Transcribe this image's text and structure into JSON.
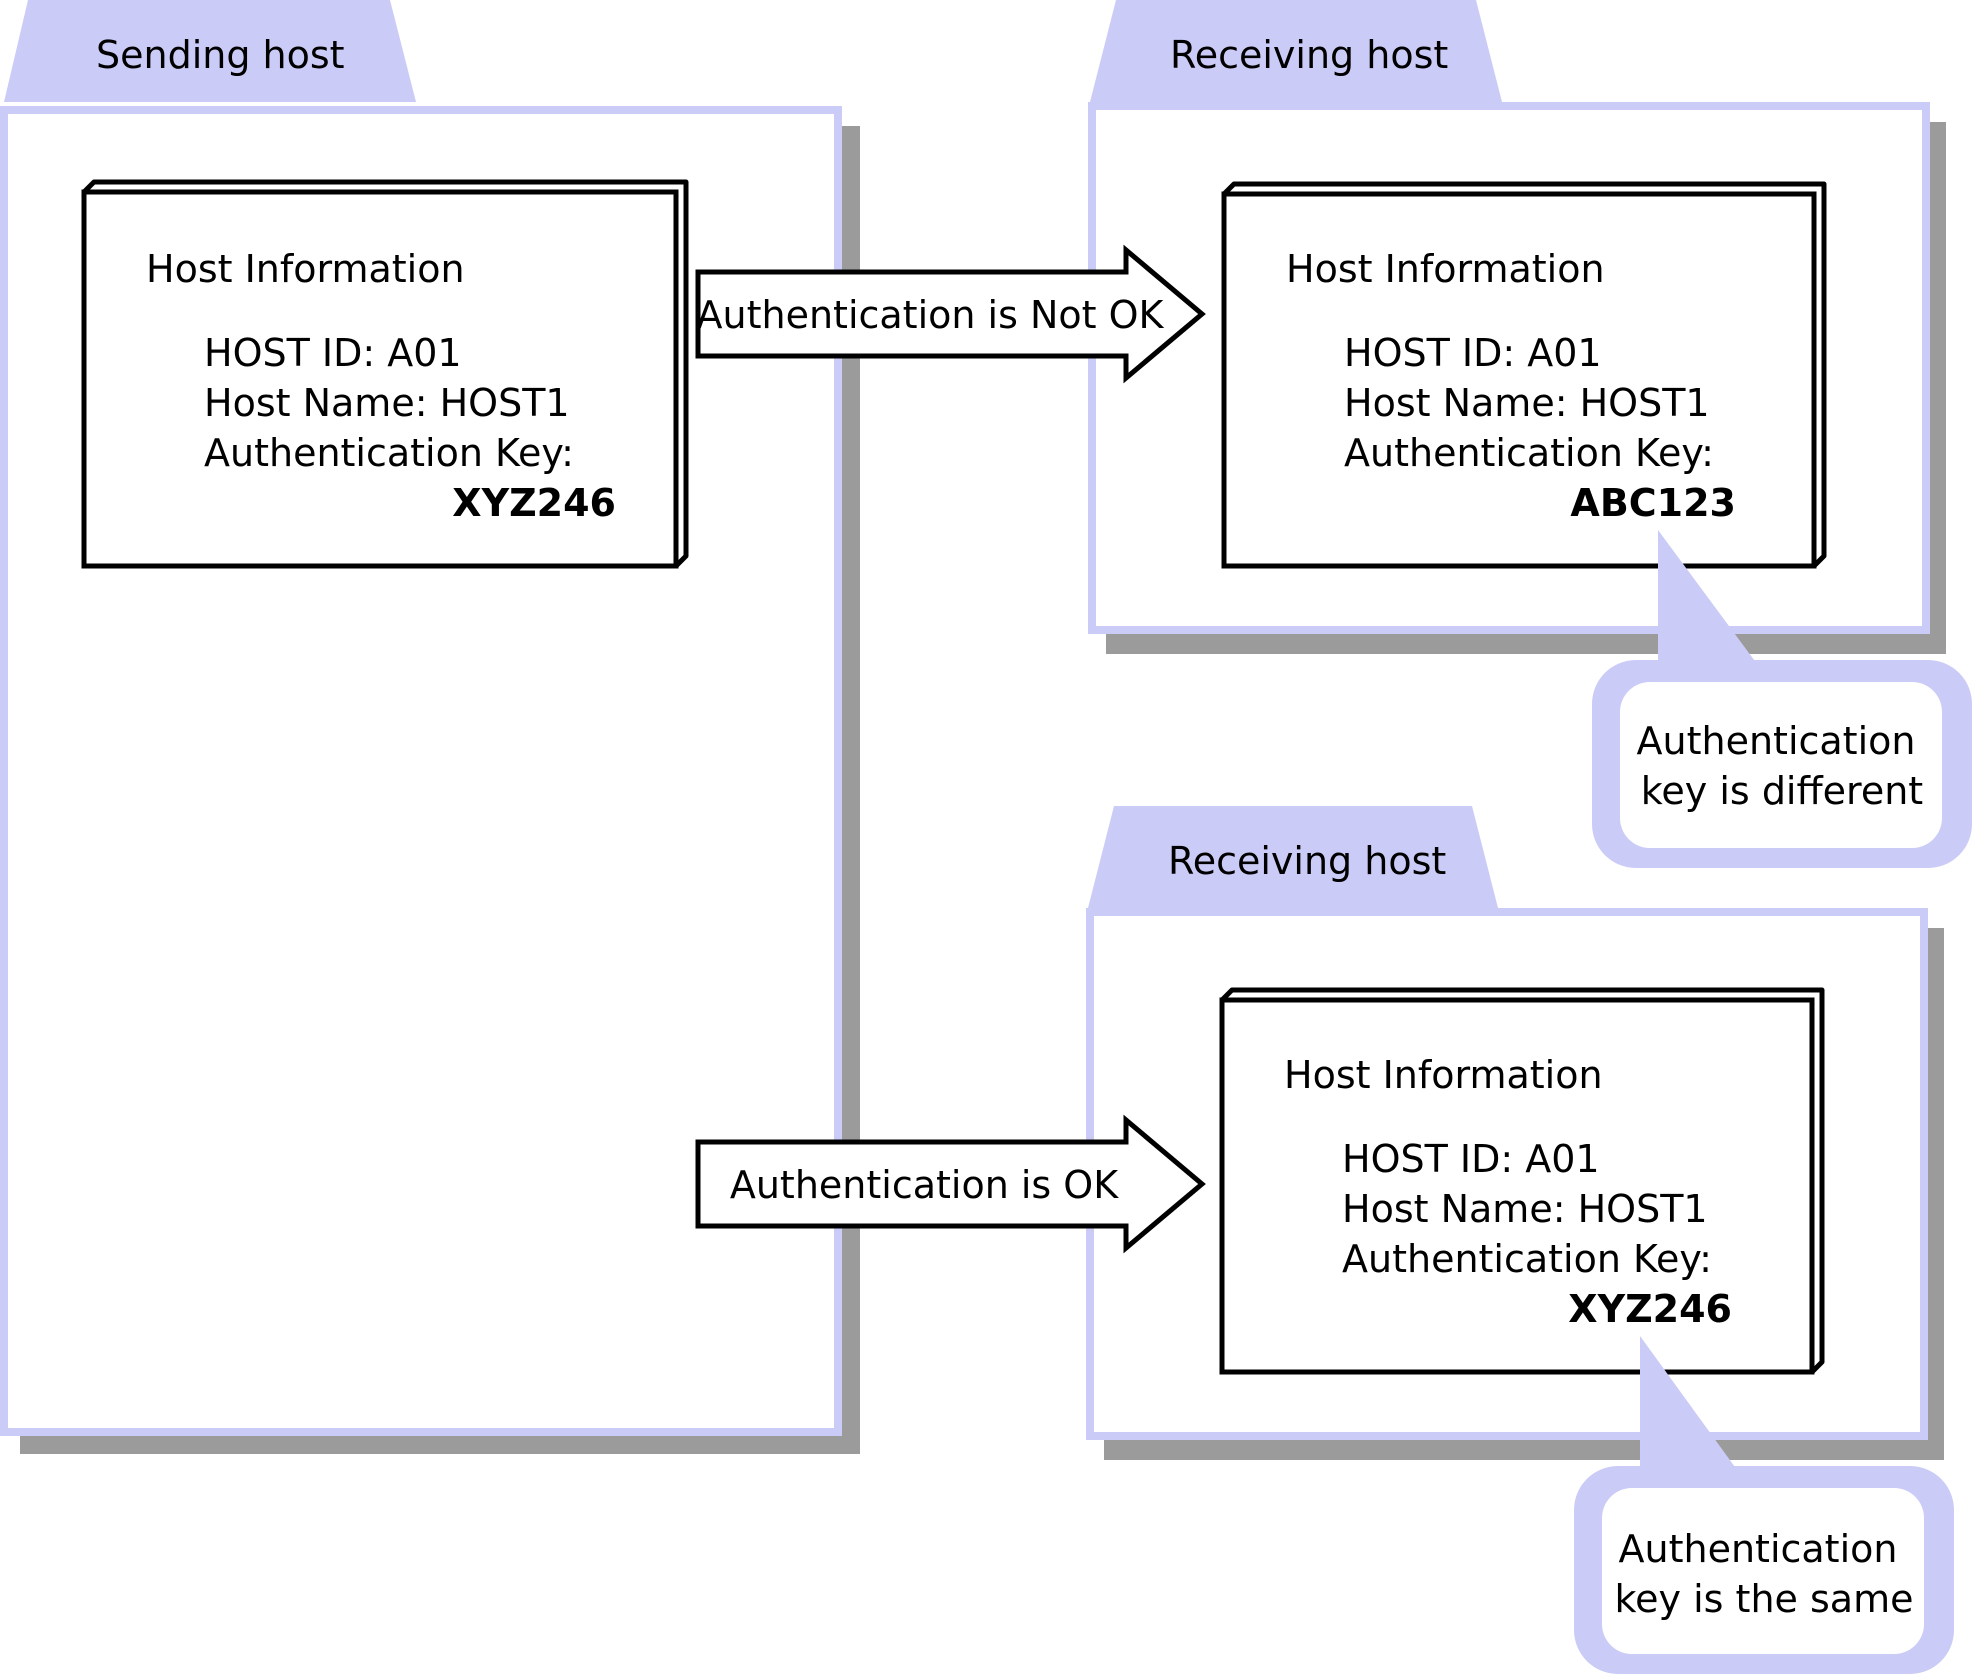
{
  "sending_host": {
    "tab_label": "Sending host",
    "info": {
      "title": "Host Information",
      "host_id": "HOST ID: A01",
      "host_name": "Host Name: HOST1",
      "auth_key_label": "Authentication Key:",
      "auth_key_value": "XYZ246"
    }
  },
  "receiving_host_top": {
    "tab_label": "Receiving host",
    "info": {
      "title": "Host Information",
      "host_id": "HOST ID: A01",
      "host_name": "Host Name: HOST1",
      "auth_key_label": "Authentication Key:",
      "auth_key_value": "ABC123"
    },
    "callout": {
      "line1": "Authentication",
      "line2": "key is different"
    }
  },
  "receiving_host_bottom": {
    "tab_label": "Receiving host",
    "info": {
      "title": "Host Information",
      "host_id": "HOST ID: A01",
      "host_name": "Host Name: HOST1",
      "auth_key_label": "Authentication Key:",
      "auth_key_value": "XYZ246"
    },
    "callout": {
      "line1": "Authentication",
      "line2": "key is the same"
    }
  },
  "arrows": {
    "not_ok_label": "Authentication is Not OK",
    "ok_label": "Authentication is OK"
  },
  "colors": {
    "panel_fill": "#ffffff",
    "panel_border": "#cbcbf7",
    "tab_fill": "#cbcbf7",
    "shadow": "#9b9b9b",
    "callout_fill": "#cbcbf7",
    "stroke": "#000000"
  }
}
